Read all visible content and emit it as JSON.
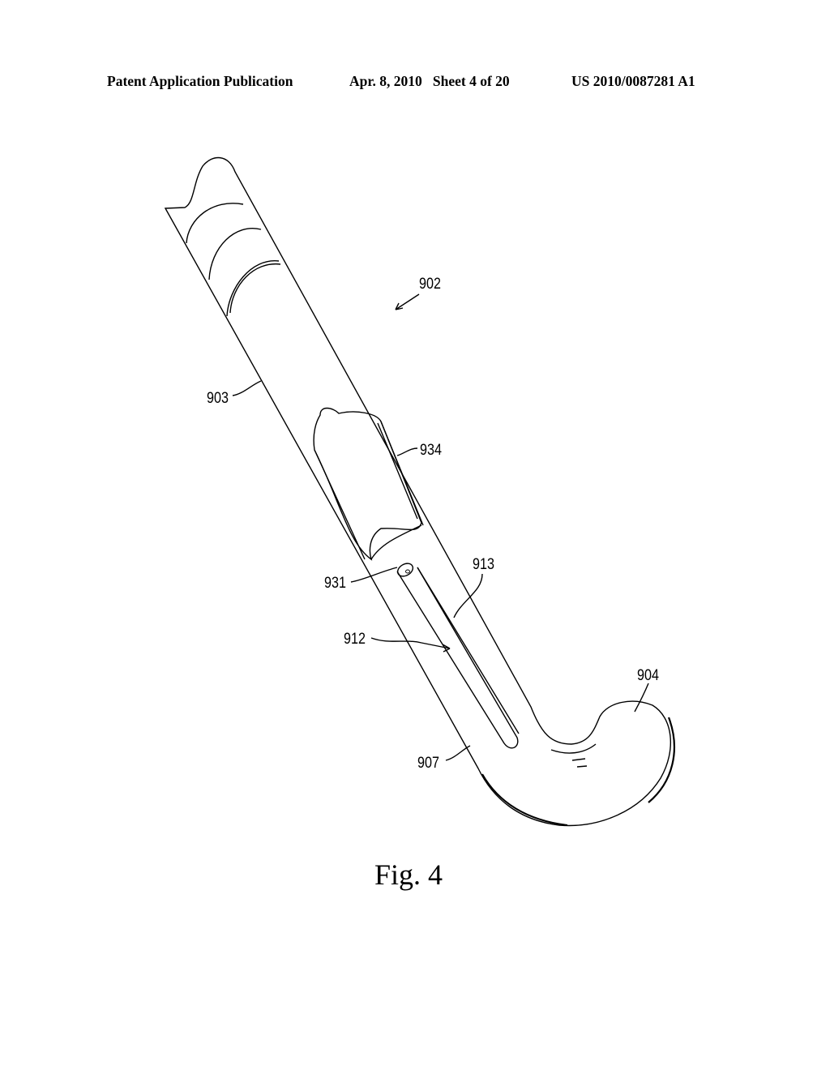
{
  "header": {
    "publication": "Patent Application Publication",
    "date_sheet": "Apr. 8, 2010   Sheet 4 of 20",
    "number": "US 2010/0087281 A1"
  },
  "figure": {
    "caption": "Fig. 4",
    "labels": {
      "device": "902",
      "shaft": "903",
      "head": "904",
      "heel": "907",
      "slot": "912",
      "rail": "913",
      "pin": "931",
      "slider": "934"
    }
  }
}
